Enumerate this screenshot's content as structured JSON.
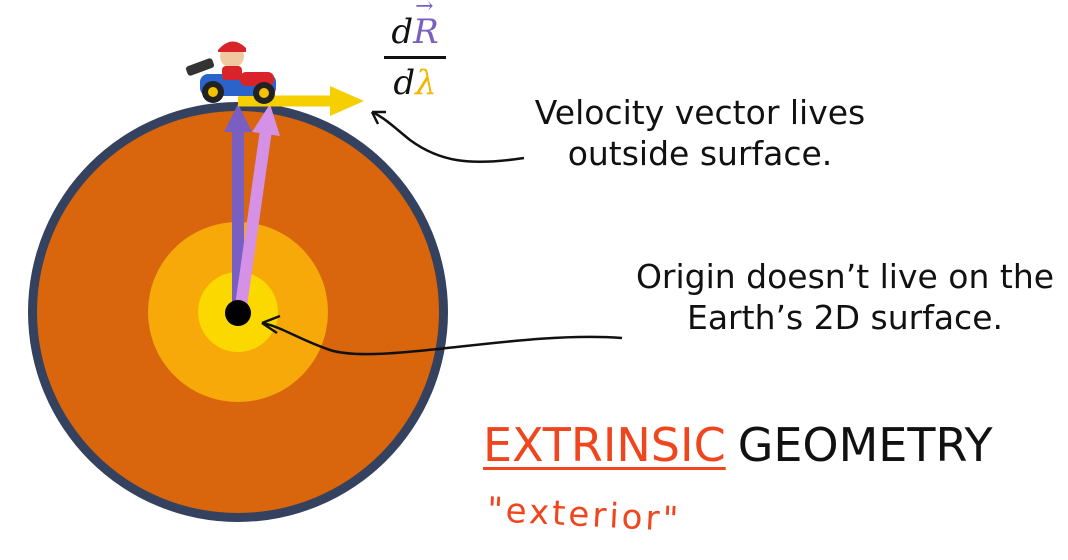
{
  "velocity_caption": "Velocity vector lives outside surface.",
  "origin_caption": "Origin doesn’t live on the Earth’s 2D surface.",
  "title": {
    "highlight": "EXTRINSIC",
    "rest": "GEOMETRY"
  },
  "handwritten_note": "\"exterior\"",
  "derivative": {
    "numerator_d": "d",
    "numerator_var": "R",
    "denominator_d": "d",
    "denominator_var": "λ"
  },
  "colors": {
    "outer_layer": "#d9650c",
    "middle_layer": "#f7a90a",
    "inner_core": "#fbd800",
    "rim": "#1e2a4a",
    "position_vector": "#7a5fc2",
    "shifted_vector": "#d491e6",
    "velocity_vector": "#f6cf00",
    "extrinsic_text": "#f0461e"
  },
  "icons": {
    "kart": "kart-racer-icon"
  }
}
